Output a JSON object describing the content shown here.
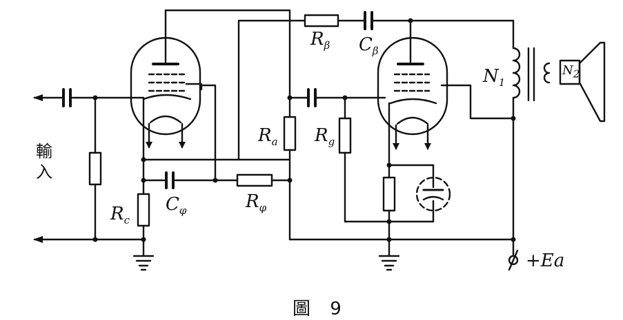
{
  "labels": {
    "r_beta": {
      "main": "R",
      "sub": "β"
    },
    "c_beta": {
      "main": "C",
      "sub": "β"
    },
    "n1": {
      "main": "N",
      "sub": "1"
    },
    "n2": {
      "main": "N",
      "sub": "2"
    },
    "ra": {
      "main": "R",
      "sub": "a"
    },
    "rg": {
      "main": "R",
      "sub": "g"
    },
    "rc": {
      "main": "R",
      "sub": "c"
    },
    "c_phi": {
      "main": "C",
      "sub": "φ"
    },
    "r_phi": {
      "main": "R",
      "sub": "φ"
    },
    "supply": "+Ea"
  },
  "input_label": {
    "line1": "輸",
    "line2": "入"
  },
  "caption": "圖 9"
}
